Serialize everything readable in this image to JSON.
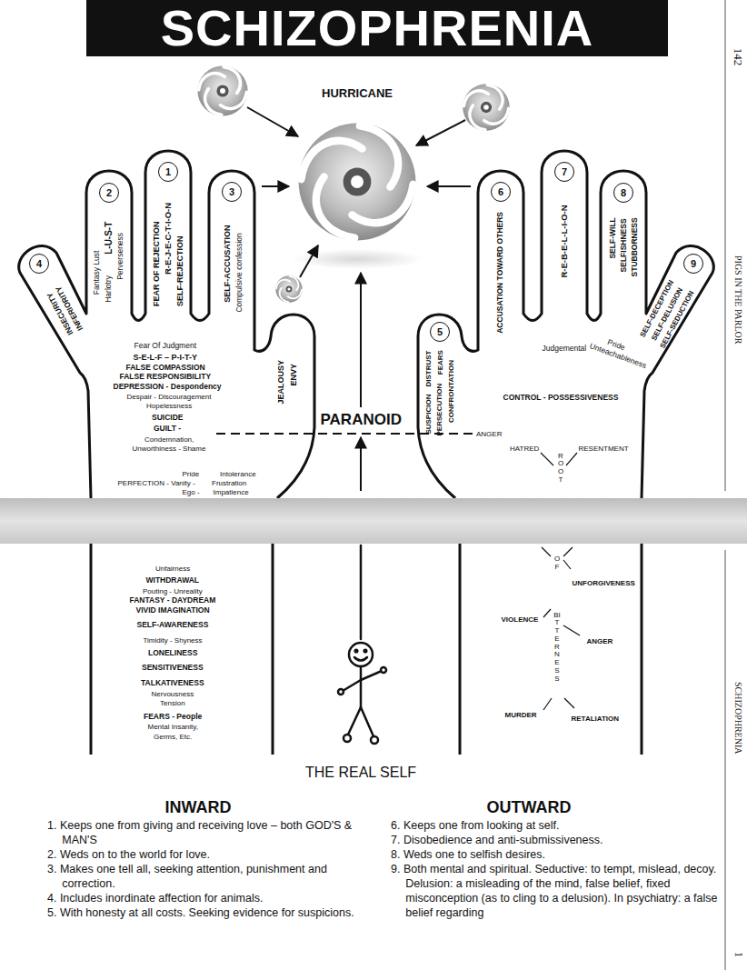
{
  "diagram": {
    "title": "SCHIZOPHRENIA",
    "nodes": [
      {
        "text": [
          "1"
        ]
      },
      {
        "text": [
          "2"
        ]
      },
      {
        "text": [
          "3"
        ]
      },
      {
        "text": [
          "4"
        ]
      },
      {
        "text": [
          "5"
        ]
      },
      {
        "text": [
          "6"
        ]
      },
      {
        "text": [
          "7"
        ]
      },
      {
        "text": [
          "8"
        ]
      },
      {
        "text": [
          "9"
        ]
      }
    ],
    "labels": [
      "HURRICANE",
      "L-U-S-T",
      "Fantasy Lust",
      "Harlotry",
      "Perverseness",
      "FEAR OF REJECTION",
      "R-E-J-E-C-T-I-O-N",
      "SELF-REJECTION",
      "SELF-ACCUSATION",
      "Compulsive confession",
      "INSECURITY",
      "INFERIORITY",
      "JEALOUSY",
      "ENVY",
      "Fear Of Judgment",
      "S-E-L-F – P-I-T-Y",
      "FALSE COMPASSION",
      "FALSE RESPONSIBILITY",
      "DEPRESSION - Despondency",
      "Despair - Discouragement",
      "Hopelessness",
      "SUICIDE",
      "GUILT -",
      "Condemnation,",
      "Unworthiness - Shame",
      "Pride",
      "Intolerance",
      "PERFECTION - Vanity -",
      "Frustration",
      "Ego -",
      "Impatience",
      "ACCUSATION TOWARD OTHERS",
      "R-E-B-E-L-L-I-O-N",
      "Judgemental",
      "SELF-WILL",
      "SELFISHNESS",
      "STUBBORNESS",
      "SELF-DECEPTION",
      "SELF-DELUSION",
      "SELF-SEDUCTION",
      "Pride",
      "Unteachableness",
      "DISTRUST",
      "SUSPICION",
      "FEARS",
      "PERSECUTION",
      "CONFRONTATION",
      "CONTROL - POSSESSIVENESS",
      "PARANOID",
      "ANGER",
      "HATRED",
      "RESENTMENT",
      "ROOT",
      "Unfairness",
      "WITHDRAWAL",
      "Pouting - Unreality",
      "FANTASY - DAYDREAM",
      "VIVID IMAGINATION",
      "SELF-AWARENESS",
      "Timidity - Shyness",
      "LONELINESS",
      "SENSITIVENESS",
      "TALKATIVENESS",
      "Nervousness",
      "Tension",
      "FEARS - People",
      "Mental Insanity,",
      "Germs, Etc.",
      "OF",
      "UNFORGIVENESS",
      "VIOLENCE",
      "BITTERNESS",
      "ANGER",
      "MURDER",
      "RETALIATION",
      "THE REAL SELF",
      "INWARD",
      "OUTWARD",
      "1. Keeps one from giving and receiving love – both GOD'S & MAN'S",
      "2. Weds on to the world for love.",
      "3. Makes one tell all, seeking attention, punishment and correction.",
      "4. Includes inordinate affection for animals.",
      "5. With honesty at all costs. Seeking evidence for suspicions.",
      "6. Keeps one from looking at self.",
      "7. Disobedience and anti-submissiveness.",
      "8. Weds one to selfish desires.",
      "9. Both mental and spiritual. Seductive: to tempt, mislead, decoy. Delusion: a misleading of the mind, false belief, fixed misconception (as to cling to a delusion). In psychiatry: a false belief regarding",
      "142",
      "PIGS IN THE PARLOR",
      "SCHIZOPHRENIA",
      "1"
    ]
  }
}
